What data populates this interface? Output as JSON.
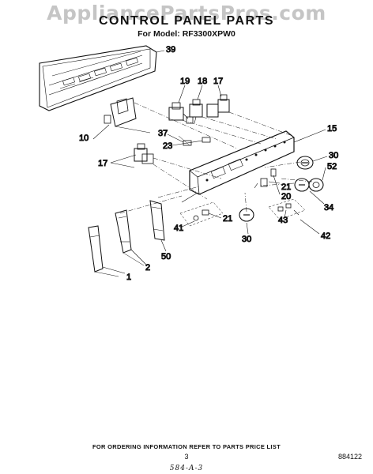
{
  "watermark": "AppliancePartsPros.com",
  "title": "CONTROL PANEL PARTS",
  "model_line": "For Model: RF3300XPW0",
  "part_labels": {
    "p1": "1",
    "p2": "2",
    "p10": "10",
    "p15": "15",
    "p17a": "17",
    "p17b": "17",
    "p18": "18",
    "p19": "19",
    "p20": "20",
    "p21a": "21",
    "p21b": "21",
    "p23": "23",
    "p30a": "30",
    "p30b": "30",
    "p34": "34",
    "p37": "37",
    "p39": "39",
    "p41": "41",
    "p42": "42",
    "p43": "43",
    "p50": "50",
    "p52": "52"
  },
  "footer": "FOR ORDERING INFORMATION REFER TO PARTS PRICE LIST",
  "page_number": "3",
  "doc_number": "884122",
  "handwritten_note": "584-A-3"
}
